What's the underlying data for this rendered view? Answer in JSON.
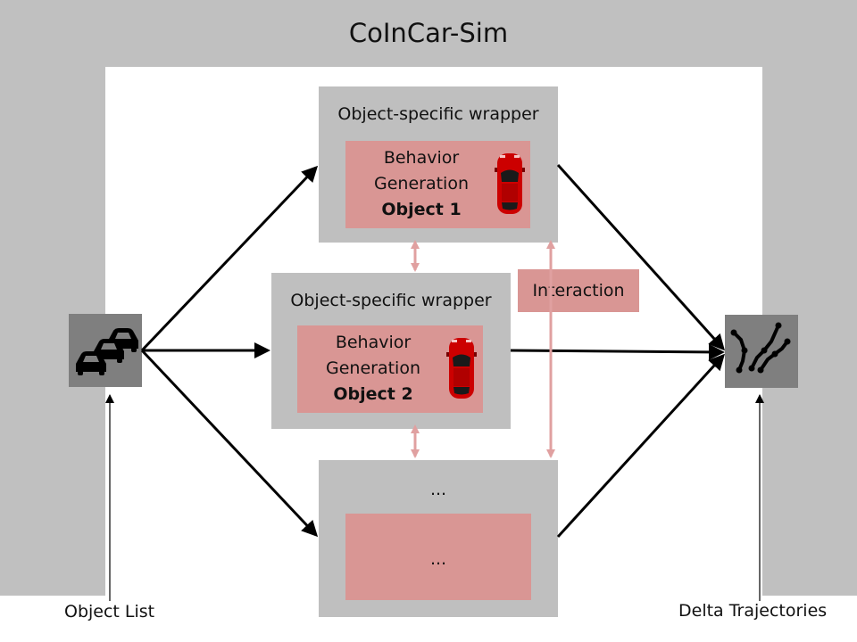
{
  "title": "CoInCar-Sim",
  "wrappers": [
    {
      "label": "Object-specific wrapper",
      "line1": "Behavior",
      "line2": "Generation",
      "line3": "Object 1"
    },
    {
      "label": "Object-specific wrapper",
      "line1": "Behavior",
      "line2": "Generation",
      "line3": "Object 2"
    },
    {
      "label": "...",
      "inner": "..."
    }
  ],
  "interaction_label": "Interaction",
  "input": {
    "label": "Object List",
    "icon": "cars-icon"
  },
  "output": {
    "label": "Delta Trajectories",
    "icon": "trajectories-icon"
  },
  "colors": {
    "frame": "#c0c0c0",
    "wrapper": "#bfbfbf",
    "behavior_box": "#d99694",
    "interaction_arrow": "#e0a0a0",
    "car": "#cc0000"
  }
}
